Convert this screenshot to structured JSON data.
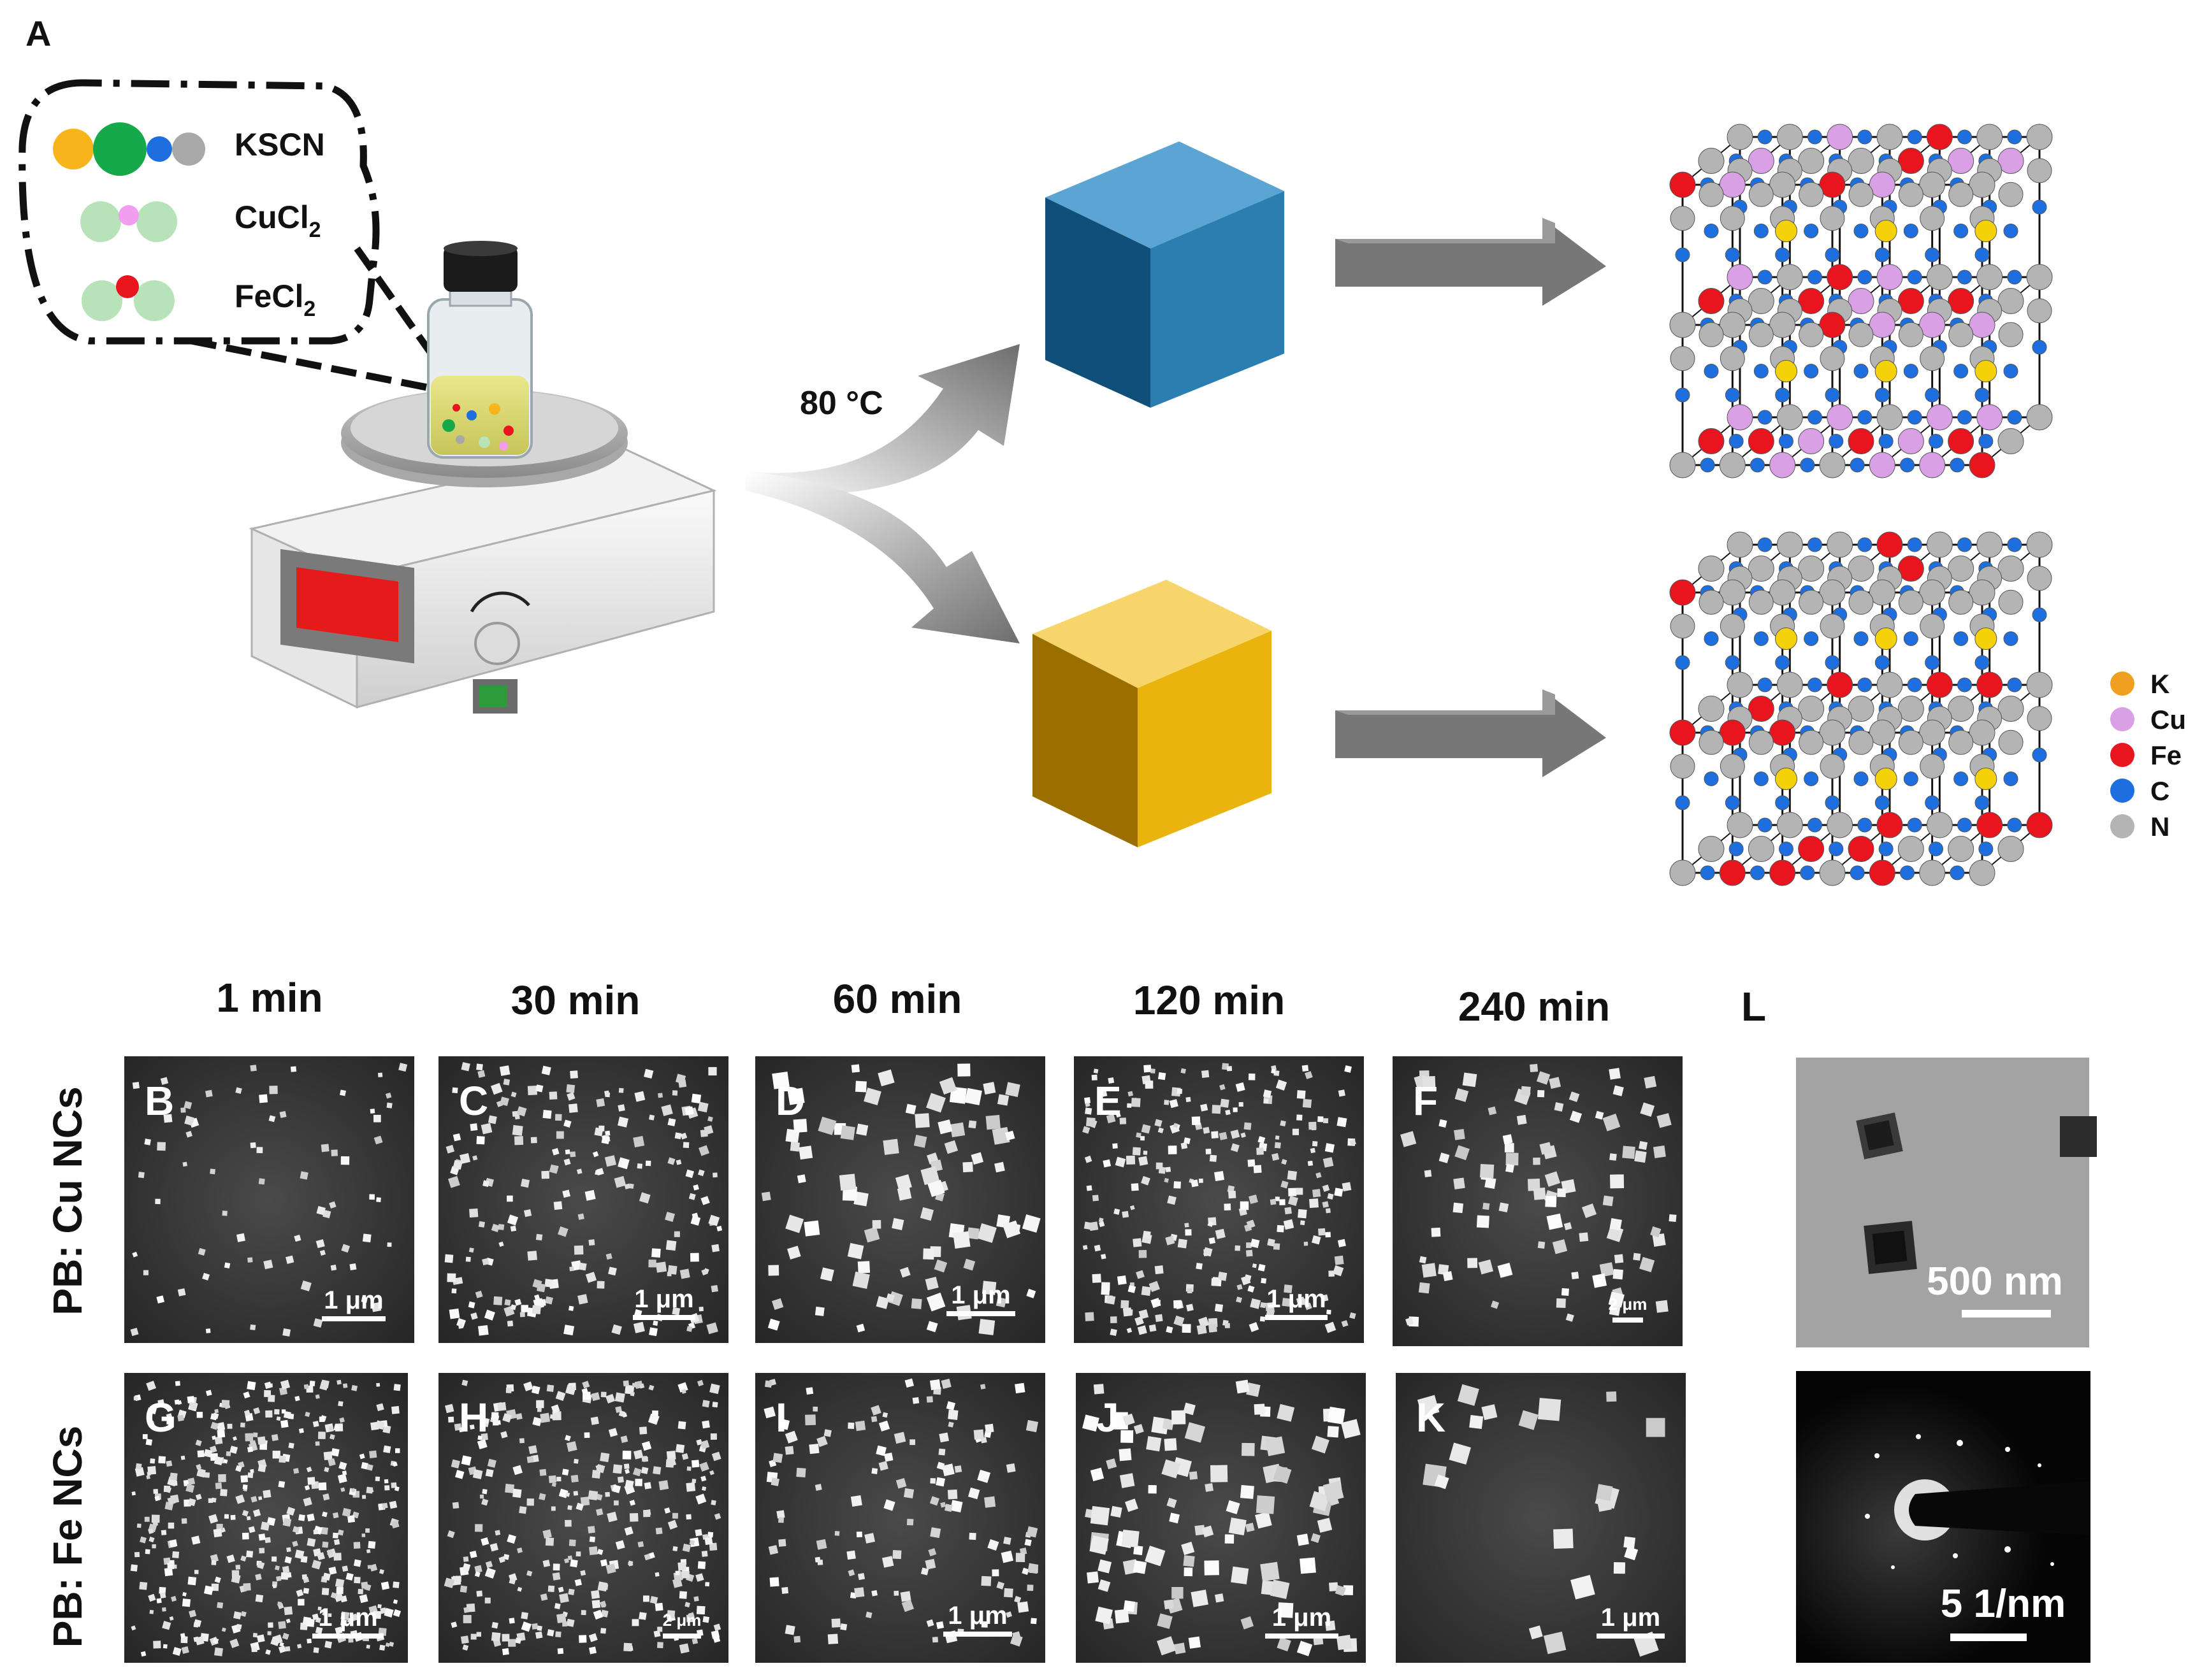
{
  "panel_a": {
    "label": "A",
    "reagents": [
      {
        "name": "KSCN",
        "subscript": ""
      },
      {
        "name": "CuCl",
        "subscript": "2"
      },
      {
        "name": "FeCl",
        "subscript": "2"
      }
    ],
    "temperature": "80 °C",
    "legend": [
      {
        "name": "K",
        "color": "#f0a020"
      },
      {
        "name": "Cu",
        "color": "#d9a0e6"
      },
      {
        "name": "Fe",
        "color": "#e8141e"
      },
      {
        "name": "C",
        "color": "#1d6fe0"
      },
      {
        "name": "N",
        "color": "#b4b4b4"
      }
    ],
    "cube_colors": {
      "cu": "#2b7fb0",
      "fe": "#e9b40d"
    }
  },
  "time_headers": [
    "1 min",
    "30 min",
    "60 min",
    "120 min",
    "240 min"
  ],
  "panel_l_label": "L",
  "row_labels": {
    "cu": "PB: Cu NCs",
    "fe": "PB: Fe NCs"
  },
  "sem_rows": {
    "cu": [
      {
        "label": "B",
        "scale": "1 μm"
      },
      {
        "label": "C",
        "scale": "1 μm"
      },
      {
        "label": "D",
        "scale": "1 μm"
      },
      {
        "label": "E",
        "scale": "1 μm"
      },
      {
        "label": "F",
        "scale": "2 μm"
      }
    ],
    "fe": [
      {
        "label": "G",
        "scale": "1 μm"
      },
      {
        "label": "H",
        "scale": "2 μm"
      },
      {
        "label": "I",
        "scale": "1 μm"
      },
      {
        "label": "J",
        "scale": "1 μm"
      },
      {
        "label": "K",
        "scale": "1 μm"
      }
    ]
  },
  "tem_scale": "500 nm",
  "saed_scale": "5 1/nm"
}
